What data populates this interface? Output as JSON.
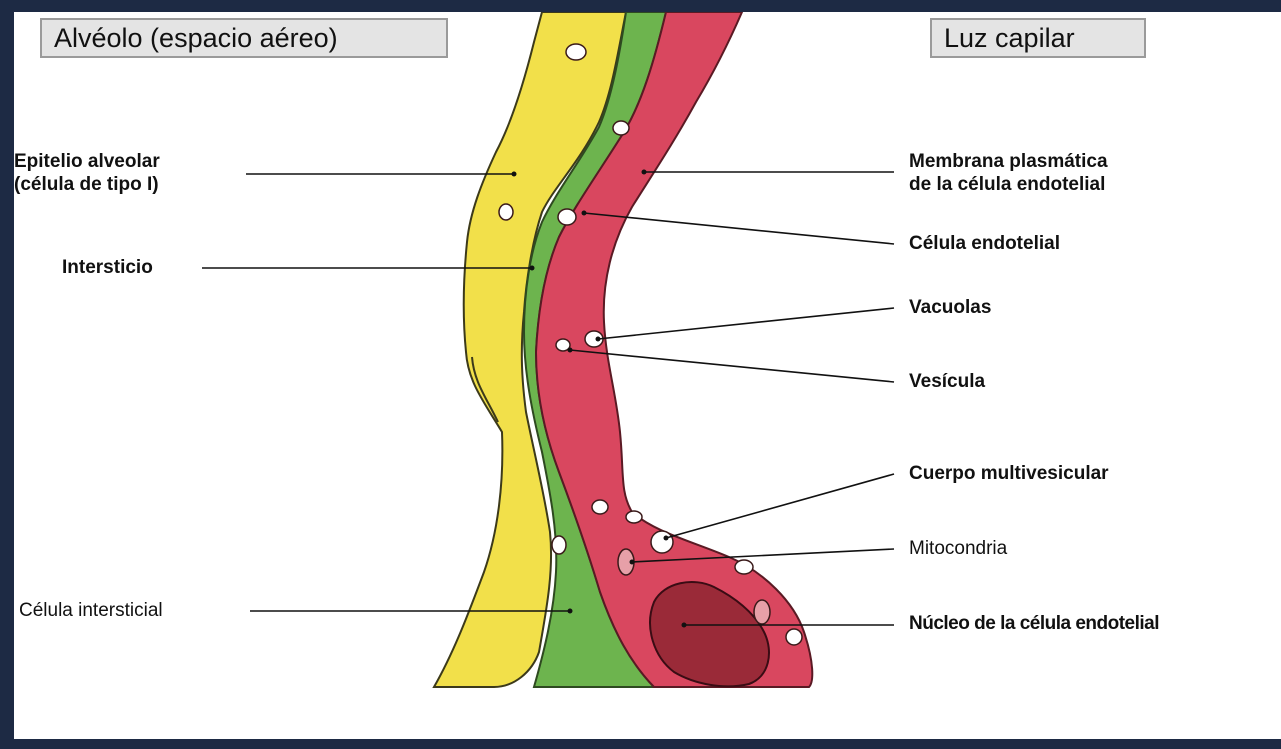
{
  "headers": {
    "left": "Alvéolo (espacio aéreo)",
    "right": "Luz capilar"
  },
  "labels": {
    "epitelio": "Epitelio alveolar\n(célula de tipo I)",
    "intersticio": "Intersticio",
    "celula_intersticial": "Célula intersticial",
    "membrana": "Membrana plasmática\nde la célula endotelial",
    "celula_endotelial": "Célula endotelial",
    "vacuolas": "Vacuolas",
    "vesicula": "Vesícula",
    "cuerpo": "Cuerpo multivesicular",
    "mitocondria": "Mitocondria",
    "nucleo": "Núcleo de la célula endotelial"
  },
  "colors": {
    "frame": "#1d2a44",
    "epithelium": "#f2e04a",
    "interstitium": "#6db44e",
    "endothelium": "#d9475f",
    "nucleus": "#9a2a38"
  }
}
